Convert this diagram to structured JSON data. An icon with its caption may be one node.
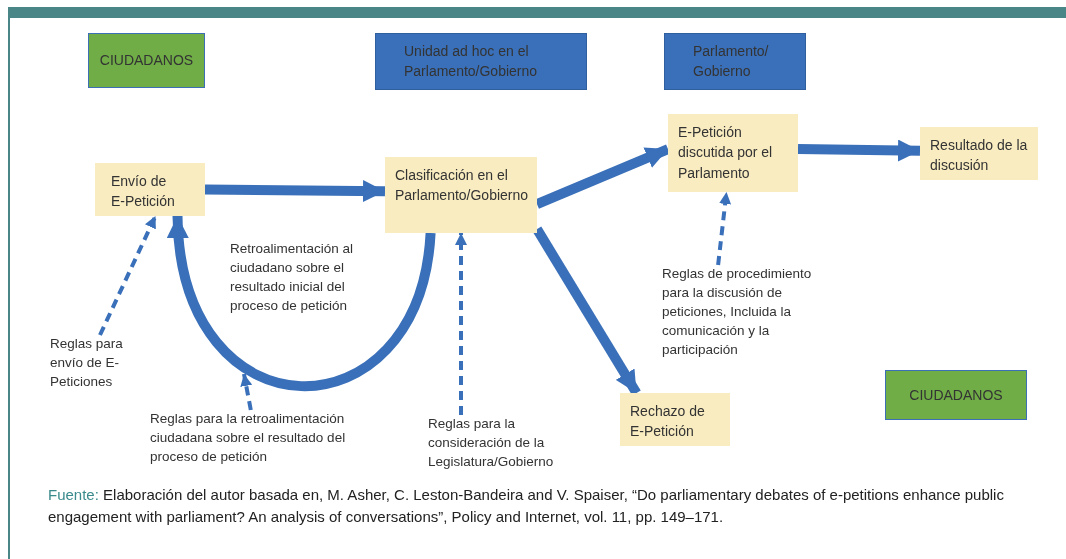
{
  "diagram": {
    "caption": "Fuente: Elaboración del autor basada en, M. Asher, C. Leston-Bandeira and V. Spaiser, “Do parliamentary debates of e-petitions enhance public engagement with parliament? An analysis of conversations”, Policy and Internet, vol. 11, pp. 149–171.",
    "nodes": [
      {
        "text": [
          "CIUDADANOS"
        ]
      },
      {
        "text": [
          "Unidad ad hoc en el Parlamento/Gobierno"
        ]
      },
      {
        "text": [
          "Parlamento/ Gobierno"
        ]
      },
      {
        "text": [
          "Envío de E-Petición"
        ]
      },
      {
        "text": [
          "Clasificación en el Parlamento/Gobierno"
        ]
      },
      {
        "text": [
          "E-Petición discutida por el Parlamento"
        ]
      },
      {
        "text": [
          "Resultado de la discusión"
        ]
      },
      {
        "text": [
          "Reglas para envío de E-Peticiones"
        ]
      },
      {
        "text": [
          "Reglas para la retroalimentación ciudadana sobre el resultado del proceso de petición"
        ]
      },
      {
        "text": [
          "Reglas para la consideración de la Legislatura/Gobierno"
        ]
      },
      {
        "text": [
          "Reglas de procedimiento para la discusión de peticiones, Incluida la comunicación y la participación"
        ]
      },
      {
        "text": [
          "Rechazo de E-Petición"
        ]
      },
      {
        "text": [
          "CIUDADANOS"
        ]
      }
    ],
    "edges": [
      {
        "from": 3,
        "to": 4,
        "arrow": "to"
      },
      {
        "from": 4,
        "to": 5,
        "arrow": "to"
      },
      {
        "from": 5,
        "to": 6,
        "arrow": "to"
      },
      {
        "from": 4,
        "to": 11,
        "arrow": "to"
      },
      {
        "from": 4,
        "to": 3,
        "arrow": "to",
        "label": "Retroalimentación al ciudadano sobre el resultado inicial del proceso de petición"
      },
      {
        "from": 7,
        "to": 3,
        "arrow": "to",
        "style": "dashed"
      },
      {
        "from": 8,
        "to": null,
        "arrow": "to",
        "style": "dashed"
      },
      {
        "from": 9,
        "to": 4,
        "arrow": "to",
        "style": "dashed"
      },
      {
        "from": 10,
        "to": 5,
        "arrow": "to",
        "style": "dashed"
      }
    ]
  }
}
